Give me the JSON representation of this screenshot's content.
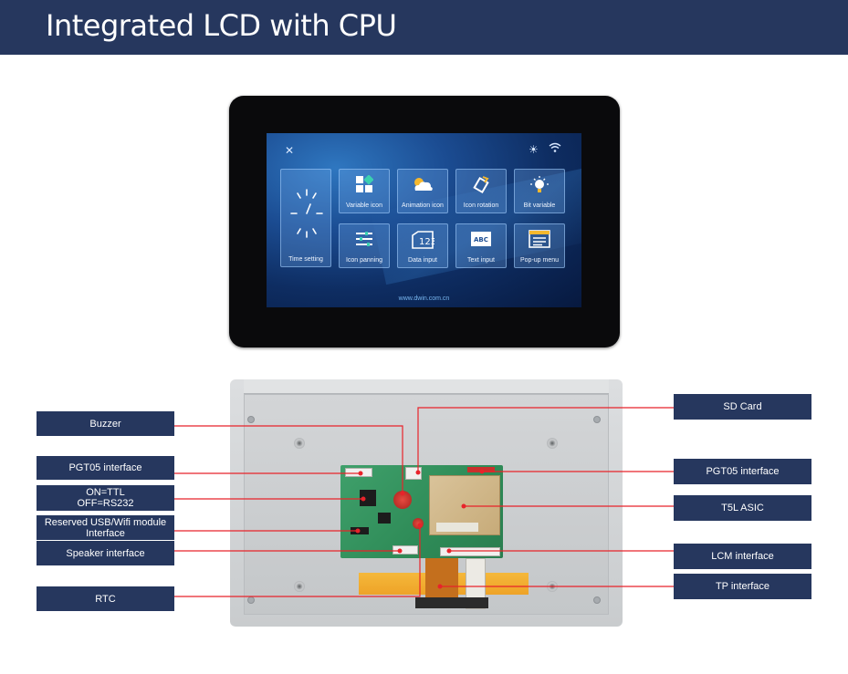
{
  "header": {
    "title": "Integrated LCD with CPU"
  },
  "screen": {
    "url": "www.dwin.com.cn",
    "tiles": [
      {
        "label": "Time setting",
        "icon": "clock-icon"
      },
      {
        "label": "Variable icon",
        "icon": "grid-icon"
      },
      {
        "label": "Animation icon",
        "icon": "cloud-icon"
      },
      {
        "label": "Icon rotation",
        "icon": "rotate-icon"
      },
      {
        "label": "Bit variable",
        "icon": "bulb-icon"
      },
      {
        "label": "Icon panning",
        "icon": "sliders-icon"
      },
      {
        "label": "Data input",
        "icon": "number-icon"
      },
      {
        "label": "Text input",
        "icon": "keyboard-icon"
      },
      {
        "label": "Pop-up menu",
        "icon": "menu-icon"
      }
    ],
    "status_icons": [
      "tools-icon",
      "brightness-icon",
      "wifi-icon"
    ]
  },
  "callouts": {
    "left": [
      {
        "label": "Buzzer"
      },
      {
        "label": "PGT05 interface"
      },
      {
        "label": "ON=TTL\nOFF=RS232"
      },
      {
        "label": "Reserved USB/Wifi module\nInterface"
      },
      {
        "label": "Speaker interface"
      },
      {
        "label": "RTC"
      }
    ],
    "right": [
      {
        "label": "SD Card"
      },
      {
        "label": "PGT05 interface"
      },
      {
        "label": "T5L ASIC"
      },
      {
        "label": "LCM interface"
      },
      {
        "label": "TP interface"
      }
    ]
  },
  "colors": {
    "header": "#26375e",
    "callout": "#26375e",
    "leader_line": "#e8232a"
  }
}
